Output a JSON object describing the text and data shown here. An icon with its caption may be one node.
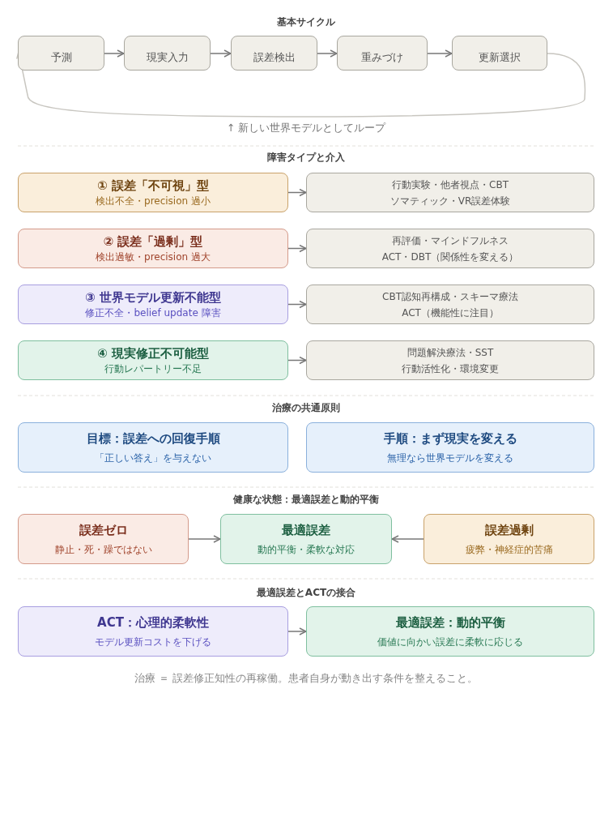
{
  "diagram": {
    "caption": "治療 ＝ 誤差修正知性の再稼働。患者自身が動き出す条件を整えること。",
    "nodes": [
      {
        "text": [
          "予測"
        ]
      },
      {
        "text": [
          "現実入力"
        ]
      },
      {
        "text": [
          "誤差検出"
        ]
      },
      {
        "text": [
          "重みづけ"
        ]
      },
      {
        "text": [
          "更新選択"
        ]
      },
      {
        "text": [
          "① 誤差「不可視」型",
          "検出不全・precision 過小"
        ]
      },
      {
        "text": [
          "行動実験・他者視点・CBT",
          "ソマティック・VR誤差体験"
        ]
      },
      {
        "text": [
          "② 誤差「過剰」型",
          "検出過敏・precision 過大"
        ]
      },
      {
        "text": [
          "再評価・マインドフルネス",
          "ACT・DBT（関係性を変える）"
        ]
      },
      {
        "text": [
          "③ 世界モデル更新不能型",
          "修正不全・belief update 障害"
        ]
      },
      {
        "text": [
          "CBT認知再構成・スキーマ療法",
          "ACT（機能性に注目）"
        ]
      },
      {
        "text": [
          "④ 現実修正不可能型",
          "行動レパートリー不足"
        ]
      },
      {
        "text": [
          "問題解決療法・SST",
          "行動活性化・環境変更"
        ]
      },
      {
        "text": [
          "目標：誤差への回復手順",
          "「正しい答え」を与えない"
        ]
      },
      {
        "text": [
          "手順：まず現実を変える",
          "無理なら世界モデルを変える"
        ]
      },
      {
        "text": [
          "誤差ゼロ",
          "静止・死・躁ではない"
        ]
      },
      {
        "text": [
          "最適誤差",
          "動的平衡・柔軟な対応"
        ]
      },
      {
        "text": [
          "誤差過剰",
          "疲弊・神経症的苦痛"
        ]
      },
      {
        "text": [
          "ACT：心理的柔軟性",
          "モデル更新コストを下げる"
        ]
      },
      {
        "text": [
          "最適誤差：動的平衡",
          "価値に向かい誤差に柔軟に応じる"
        ]
      }
    ],
    "edges": [
      {
        "from": 0,
        "to": 1,
        "arrow": "to"
      },
      {
        "from": 1,
        "to": 2,
        "arrow": "to"
      },
      {
        "from": 2,
        "to": 3,
        "arrow": "to"
      },
      {
        "from": 3,
        "to": 4,
        "arrow": "to"
      },
      {
        "from": 4,
        "to": 0,
        "arrow": "to",
        "color": "#c8c6c0"
      },
      {
        "from": 5,
        "to": 6,
        "arrow": "to"
      },
      {
        "from": 7,
        "to": 8,
        "arrow": "to"
      },
      {
        "from": 9,
        "to": 10,
        "arrow": "to"
      },
      {
        "from": 11,
        "to": 12,
        "arrow": "to"
      },
      {
        "from": 15,
        "to": 16,
        "arrow": "to"
      },
      {
        "from": 17,
        "to": 16,
        "arrow": "to"
      },
      {
        "from": 18,
        "to": 19,
        "arrow": "to"
      }
    ],
    "labels": [
      "基本サイクル",
      "↑ 新しい世界モデルとしてループ",
      "障害タイプと介入",
      "治療の共通原則",
      "健康な状態：最適誤差と動的平衡",
      "最適誤差とACTの接合"
    ]
  }
}
